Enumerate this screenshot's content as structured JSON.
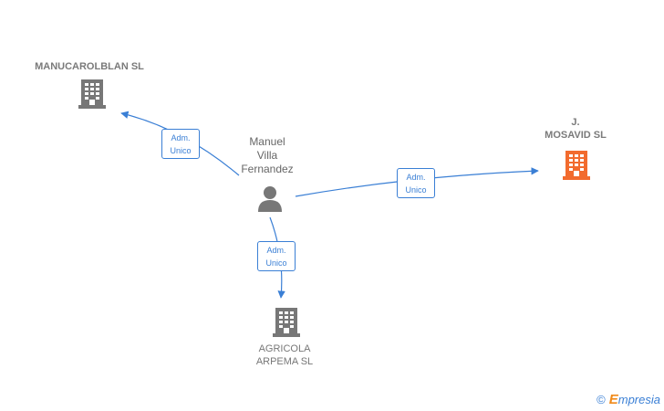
{
  "nodes": {
    "manucarolblan": {
      "label": "MANUCAROLBLAN SL"
    },
    "mosavid": {
      "label": "J.\nMOSAVID  SL"
    },
    "person": {
      "label": "Manuel\nVilla\nFernandez"
    },
    "agricola": {
      "label": "AGRICOLA\nARPEMA  SL"
    }
  },
  "edges": [
    {
      "from": "person",
      "to": "manucarolblan",
      "label": "Adm.\nUnico"
    },
    {
      "from": "person",
      "to": "mosavid",
      "label": "Adm.\nUnico"
    },
    {
      "from": "person",
      "to": "agricola",
      "label": "Adm.\nUnico"
    }
  ],
  "colors": {
    "edge": "#3a7fd5",
    "company_icon": "#777777",
    "highlight_company_icon": "#f26b2e",
    "person_icon": "#777777"
  },
  "footer": {
    "copyright_symbol": "©",
    "brand_initial": "E",
    "brand_rest": "mpresia"
  }
}
